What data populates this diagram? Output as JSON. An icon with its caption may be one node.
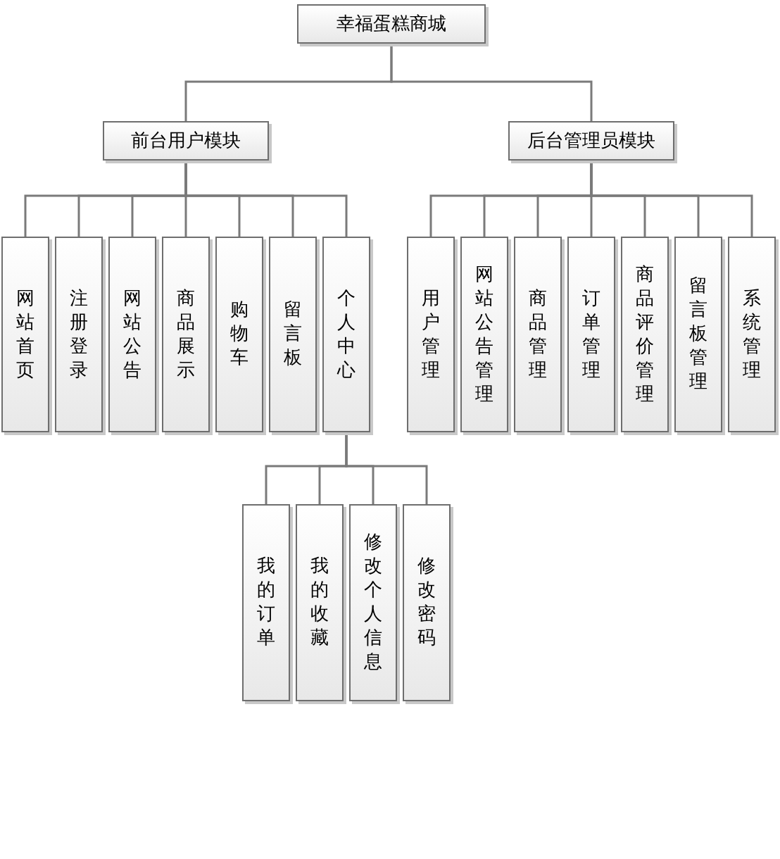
{
  "diagram": {
    "nodes": [
      {
        "text": [
          "幸福蛋糕商城"
        ]
      },
      {
        "text": [
          "前台用户模块"
        ]
      },
      {
        "text": [
          "后台管理员模块"
        ]
      },
      {
        "text": [
          "网站首页"
        ]
      },
      {
        "text": [
          "注册登录"
        ]
      },
      {
        "text": [
          "网站公告"
        ]
      },
      {
        "text": [
          "商品展示"
        ]
      },
      {
        "text": [
          "购物车"
        ]
      },
      {
        "text": [
          "留言板"
        ]
      },
      {
        "text": [
          "个人中心"
        ]
      },
      {
        "text": [
          "用户管理"
        ]
      },
      {
        "text": [
          "网站公告管理"
        ]
      },
      {
        "text": [
          "商品管理"
        ]
      },
      {
        "text": [
          "订单管理"
        ]
      },
      {
        "text": [
          "商品评价管理"
        ]
      },
      {
        "text": [
          "留言板管理"
        ]
      },
      {
        "text": [
          "系统管理"
        ]
      },
      {
        "text": [
          "我的订单"
        ]
      },
      {
        "text": [
          "我的收藏"
        ]
      },
      {
        "text": [
          "修改个人信息"
        ]
      },
      {
        "text": [
          "修改密码"
        ]
      }
    ],
    "edges": [
      {
        "from": 0,
        "to": 1,
        "arrow": "none"
      },
      {
        "from": 0,
        "to": 2,
        "arrow": "none"
      },
      {
        "from": 1,
        "to": 3,
        "arrow": "none"
      },
      {
        "from": 1,
        "to": 4,
        "arrow": "none"
      },
      {
        "from": 1,
        "to": 5,
        "arrow": "none"
      },
      {
        "from": 1,
        "to": 6,
        "arrow": "none"
      },
      {
        "from": 1,
        "to": 7,
        "arrow": "none"
      },
      {
        "from": 1,
        "to": 8,
        "arrow": "none"
      },
      {
        "from": 1,
        "to": 9,
        "arrow": "none"
      },
      {
        "from": 2,
        "to": 10,
        "arrow": "none"
      },
      {
        "from": 2,
        "to": 11,
        "arrow": "none"
      },
      {
        "from": 2,
        "to": 12,
        "arrow": "none"
      },
      {
        "from": 2,
        "to": 13,
        "arrow": "none"
      },
      {
        "from": 2,
        "to": 14,
        "arrow": "none"
      },
      {
        "from": 2,
        "to": 15,
        "arrow": "none"
      },
      {
        "from": 2,
        "to": 16,
        "arrow": "none"
      },
      {
        "from": 9,
        "to": 17,
        "arrow": "none"
      },
      {
        "from": 9,
        "to": 18,
        "arrow": "none"
      },
      {
        "from": 9,
        "to": 19,
        "arrow": "none"
      },
      {
        "from": 9,
        "to": 20,
        "arrow": "none"
      }
    ]
  }
}
